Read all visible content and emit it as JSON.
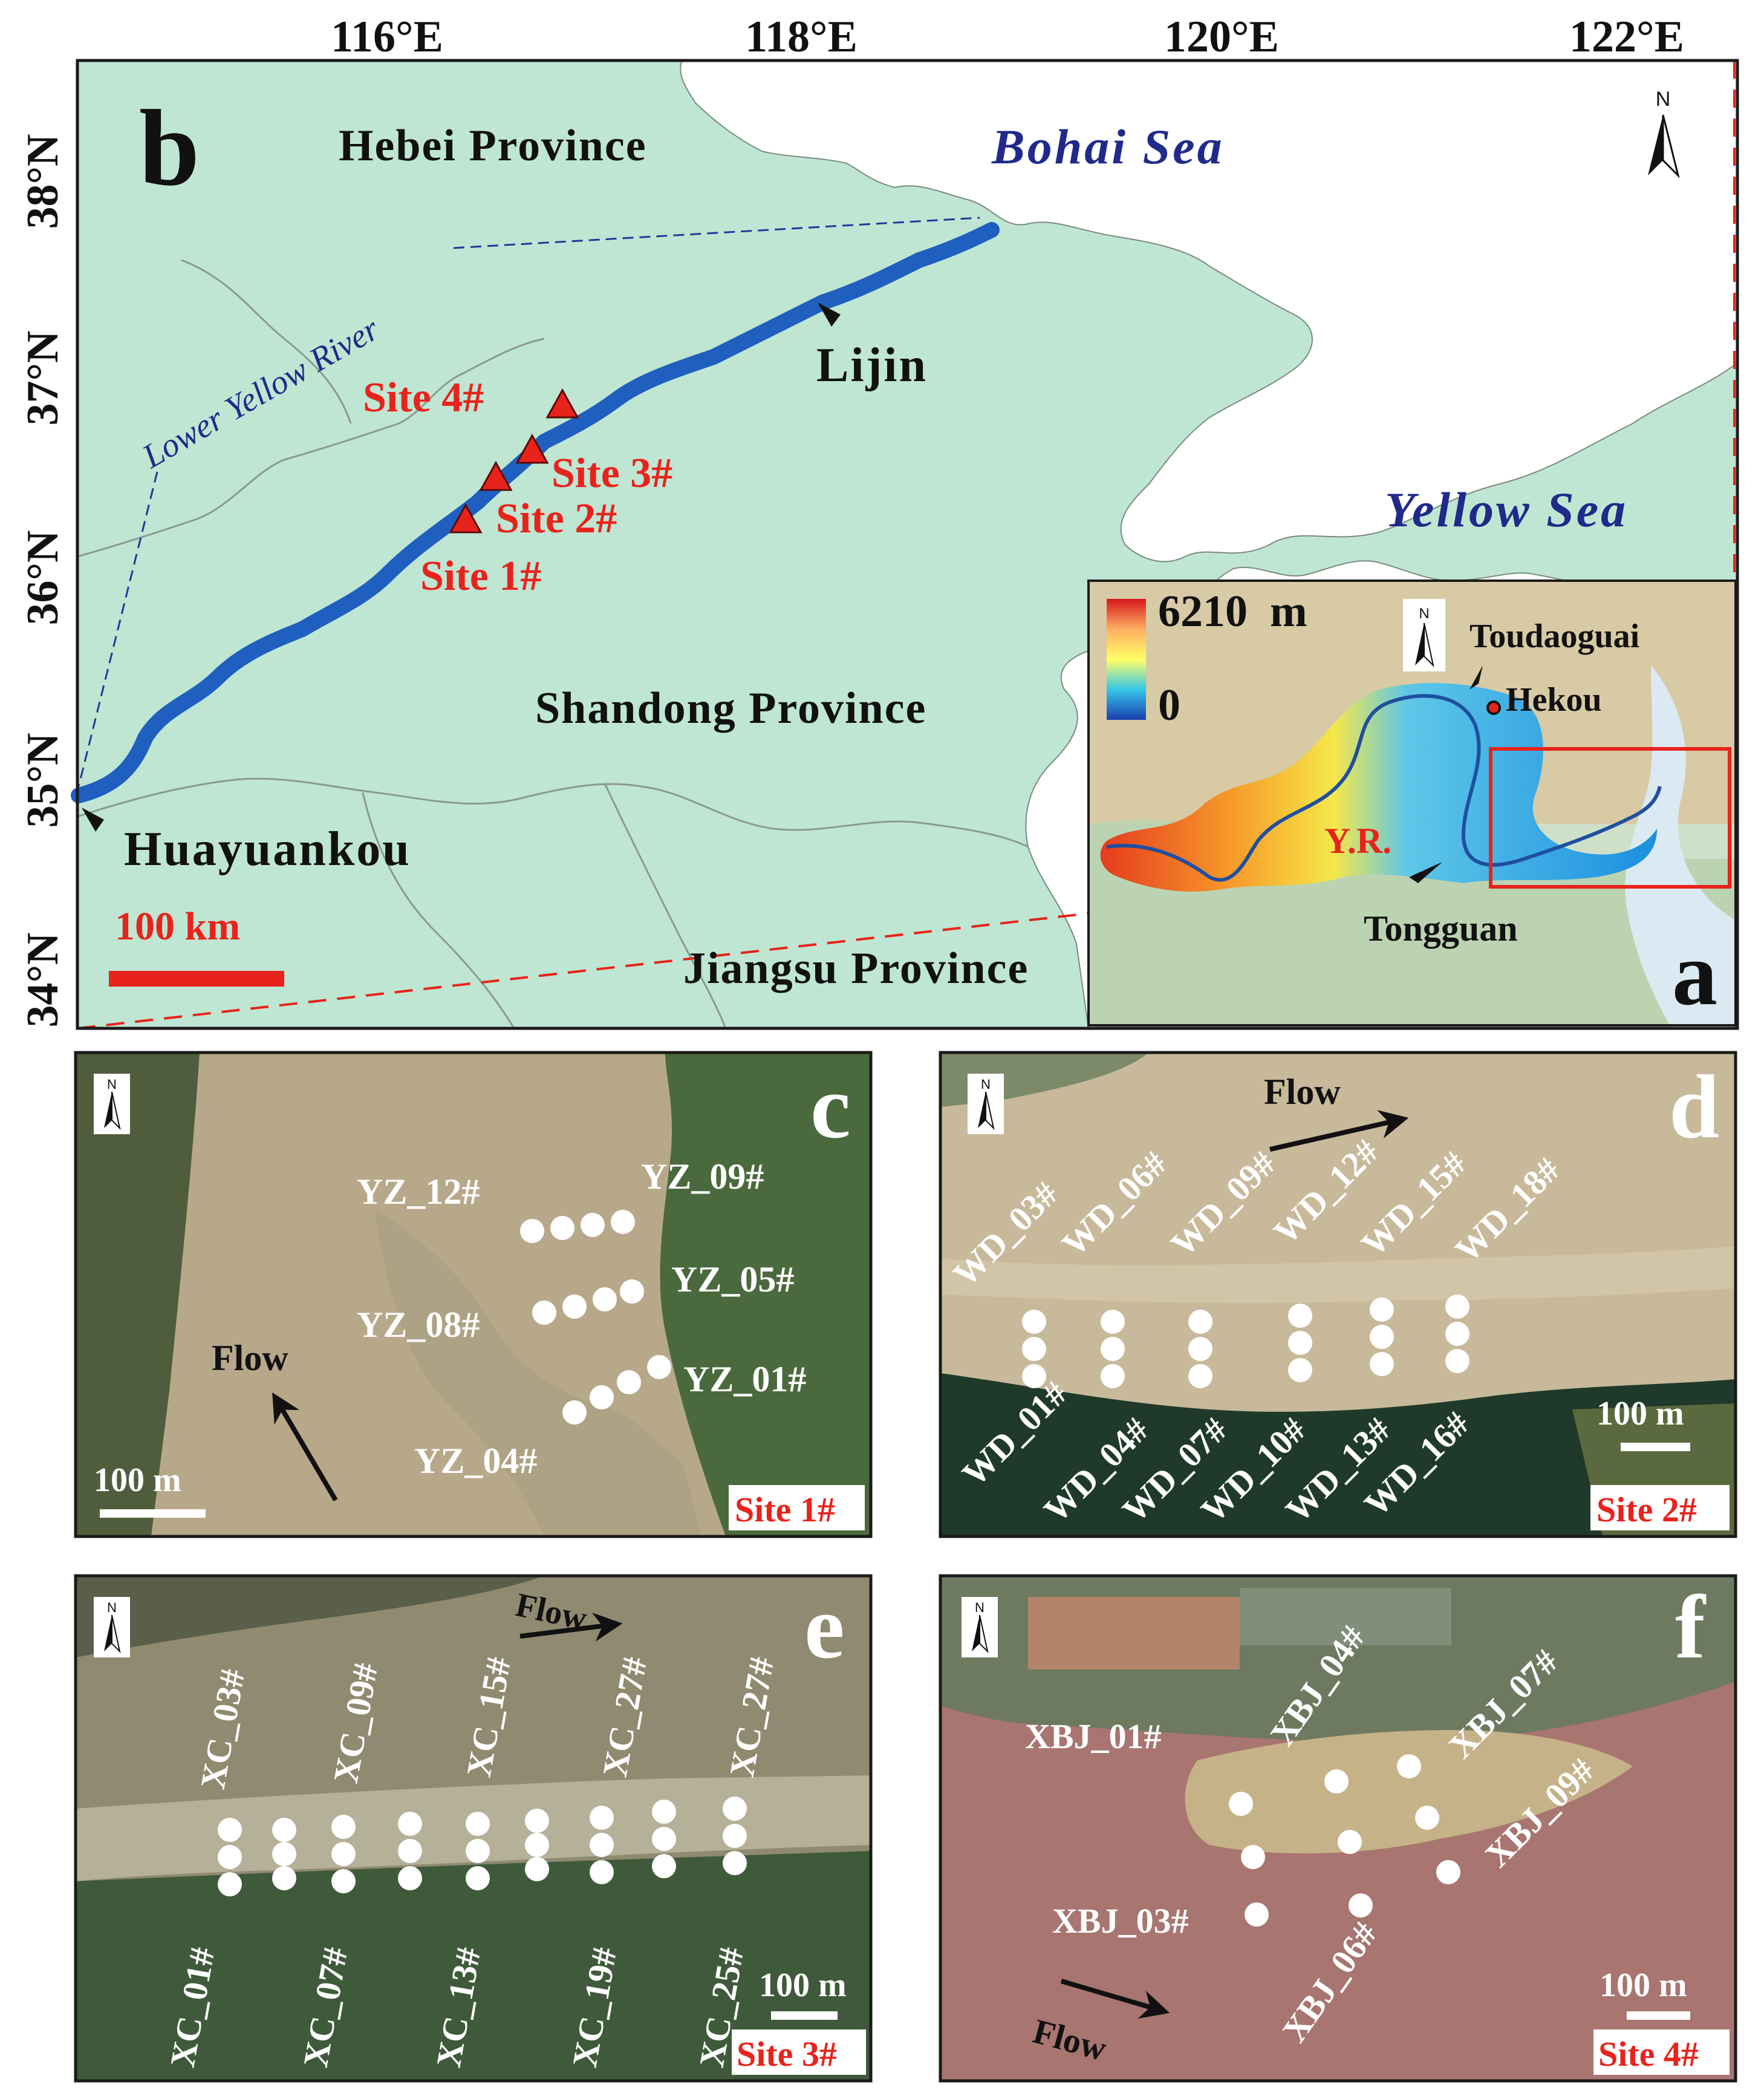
{
  "map_b": {
    "panel_letter": "b",
    "lon_labels": [
      "116°E",
      "118°E",
      "120°E",
      "122°E"
    ],
    "lat_labels": [
      "38°N",
      "37°N",
      "36°N",
      "35°N",
      "34°N"
    ],
    "regions": {
      "hebei": "Hebei Province",
      "shandong": "Shandong Province",
      "jiangsu": "Jiangsu Province",
      "bohai": "Bohai Sea",
      "yellow_sea": "Yellow Sea"
    },
    "river_label": "Lower Yellow River",
    "stations": {
      "lijin": "Lijin",
      "huayuankou": "Huayuankou"
    },
    "sites": [
      "Site 4#",
      "Site 3#",
      "Site 2#",
      "Site 1#"
    ],
    "scale_bar": "100 km",
    "north": "N",
    "colors": {
      "land": "#bfe6d2",
      "sea": "#ffffff",
      "river": "#1f5fbf",
      "site": "#e8231c",
      "frame": "#1a1a1a",
      "dash": "#e8231c"
    }
  },
  "inset_a": {
    "panel_letter": "a",
    "legend_max": "6210",
    "legend_unit": "m",
    "legend_min": "0",
    "north": "N",
    "labels": {
      "toudaoguai": "Toudaoguai",
      "hekou": "Hekou",
      "yr": "Y.R.",
      "tongguan": "Tongguan"
    }
  },
  "panel_c": {
    "panel_letter": "c",
    "site_label": "Site 1#",
    "flow": "Flow",
    "scale": "100 m",
    "north": "N",
    "points": [
      "YZ_12#",
      "YZ_09#",
      "YZ_05#",
      "YZ_08#",
      "YZ_01#",
      "YZ_04#"
    ]
  },
  "panel_d": {
    "panel_letter": "d",
    "site_label": "Site 2#",
    "flow": "Flow",
    "scale": "100 m",
    "north": "N",
    "top_points": [
      "WD_03#",
      "WD_06#",
      "WD_09#",
      "WD_12#",
      "WD_15#",
      "WD_18#"
    ],
    "bottom_points": [
      "WD_01#",
      "WD_04#",
      "WD_07#",
      "WD_10#",
      "WD_13#",
      "WD_16#"
    ]
  },
  "panel_e": {
    "panel_letter": "e",
    "site_label": "Site 3#",
    "flow": "Flow",
    "scale": "100 m",
    "north": "N",
    "top_points": [
      "XC_03#",
      "XC_09#",
      "XC_15#",
      "XC_27#",
      "XC_27#"
    ],
    "bottom_points": [
      "XC_01#",
      "XC_07#",
      "XC_13#",
      "XC_19#",
      "XC_25#"
    ]
  },
  "panel_f": {
    "panel_letter": "f",
    "site_label": "Site 4#",
    "flow": "Flow",
    "scale": "100 m",
    "north": "N",
    "points": [
      "XBJ_01#",
      "XBJ_04#",
      "XBJ_07#",
      "XBJ_09#",
      "XBJ_03#",
      "XBJ_06#"
    ]
  }
}
